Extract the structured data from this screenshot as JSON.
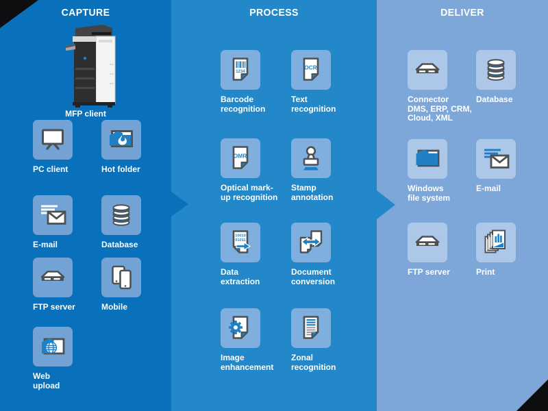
{
  "columns": [
    {
      "id": "capture",
      "title": "CAPTURE",
      "items": [
        {
          "label": "MFP client",
          "icon": "mfp-photo"
        },
        {
          "label": "PC client",
          "icon": "monitor-icon"
        },
        {
          "label": "Hot folder",
          "icon": "hot-folder-icon"
        },
        {
          "label": "E-mail",
          "icon": "email-icon"
        },
        {
          "label": "Database",
          "icon": "database-icon"
        },
        {
          "label": "FTP server",
          "icon": "server-icon"
        },
        {
          "label": "Mobile",
          "icon": "mobile-devices-icon"
        },
        {
          "label": "Web\nupload",
          "icon": "web-upload-icon"
        }
      ]
    },
    {
      "id": "process",
      "title": "PROCESS",
      "items": [
        {
          "label": "Barcode\nrecognition",
          "icon": "barcode-document-icon"
        },
        {
          "label": "Text\nrecognition",
          "icon": "ocr-document-icon"
        },
        {
          "label": "Optical mark-\nup recognition",
          "icon": "omr-document-icon"
        },
        {
          "label": "Stamp\nannotation",
          "icon": "stamp-icon"
        },
        {
          "label": "Data\nextraction",
          "icon": "data-extraction-icon"
        },
        {
          "label": "Document\nconversion",
          "icon": "document-conversion-icon"
        },
        {
          "label": "Image\nenhancement",
          "icon": "image-enhancement-icon"
        },
        {
          "label": "Zonal\nrecognition",
          "icon": "zonal-recognition-icon"
        }
      ]
    },
    {
      "id": "deliver",
      "title": "DELIVER",
      "items": [
        {
          "label": "Connector\nDMS, ERP, CRM,\nCloud, XML",
          "icon": "server-icon"
        },
        {
          "label": "Database",
          "icon": "database-icon"
        },
        {
          "label": "Windows\nfile system",
          "icon": "windows-folder-icon"
        },
        {
          "label": "E-mail",
          "icon": "email-icon"
        },
        {
          "label": "FTP server",
          "icon": "server-icon"
        },
        {
          "label": "Print",
          "icon": "print-icon"
        }
      ]
    }
  ],
  "icon_text": {
    "barcode": "1234",
    "ocr": "OCR",
    "omr": "OMR",
    "binary_1": "10010",
    "binary_2": "01011"
  },
  "colors": {
    "capture-bg": "#0971BC",
    "process-bg": "#2288C9",
    "deliver-bg": "#7EA7D9",
    "capture-tile": "#73A2D5",
    "process-tile": "#7EAFDE",
    "deliver-tile": "#ADC7E9",
    "icon-accent": "#1F80C5",
    "icon-outline": "#4E5154",
    "text": "#FFFFFF",
    "corner": "#0E0E10"
  }
}
